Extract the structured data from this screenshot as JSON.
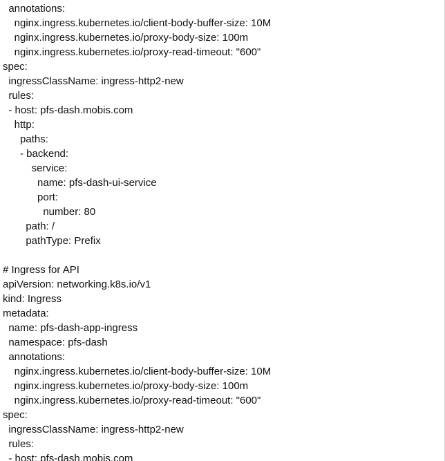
{
  "editor": {
    "lines": [
      "  annotations:",
      "    nginx.ingress.kubernetes.io/client-body-buffer-size: 10M",
      "    nginx.ingress.kubernetes.io/proxy-body-size: 100m",
      "    nginx.ingress.kubernetes.io/proxy-read-timeout: \"600\"",
      "spec:",
      "  ingressClassName: ingress-http2-new",
      "  rules:",
      "  - host: pfs-dash.mobis.com",
      "    http:",
      "      paths:",
      "      - backend:",
      "          service:",
      "            name: pfs-dash-ui-service",
      "            port:",
      "              number: 80",
      "        path: /",
      "        pathType: Prefix",
      "",
      "# Ingress for API",
      "apiVersion: networking.k8s.io/v1",
      "kind: Ingress",
      "metadata:",
      "  name: pfs-dash-app-ingress",
      "  namespace: pfs-dash",
      "  annotations:",
      "    nginx.ingress.kubernetes.io/client-body-buffer-size: 10M",
      "    nginx.ingress.kubernetes.io/proxy-body-size: 100m",
      "    nginx.ingress.kubernetes.io/proxy-read-timeout: \"600\"",
      "spec:",
      "  ingressClassName: ingress-http2-new",
      "  rules:",
      "  - host: pfs-dash.mobis.com"
    ]
  }
}
